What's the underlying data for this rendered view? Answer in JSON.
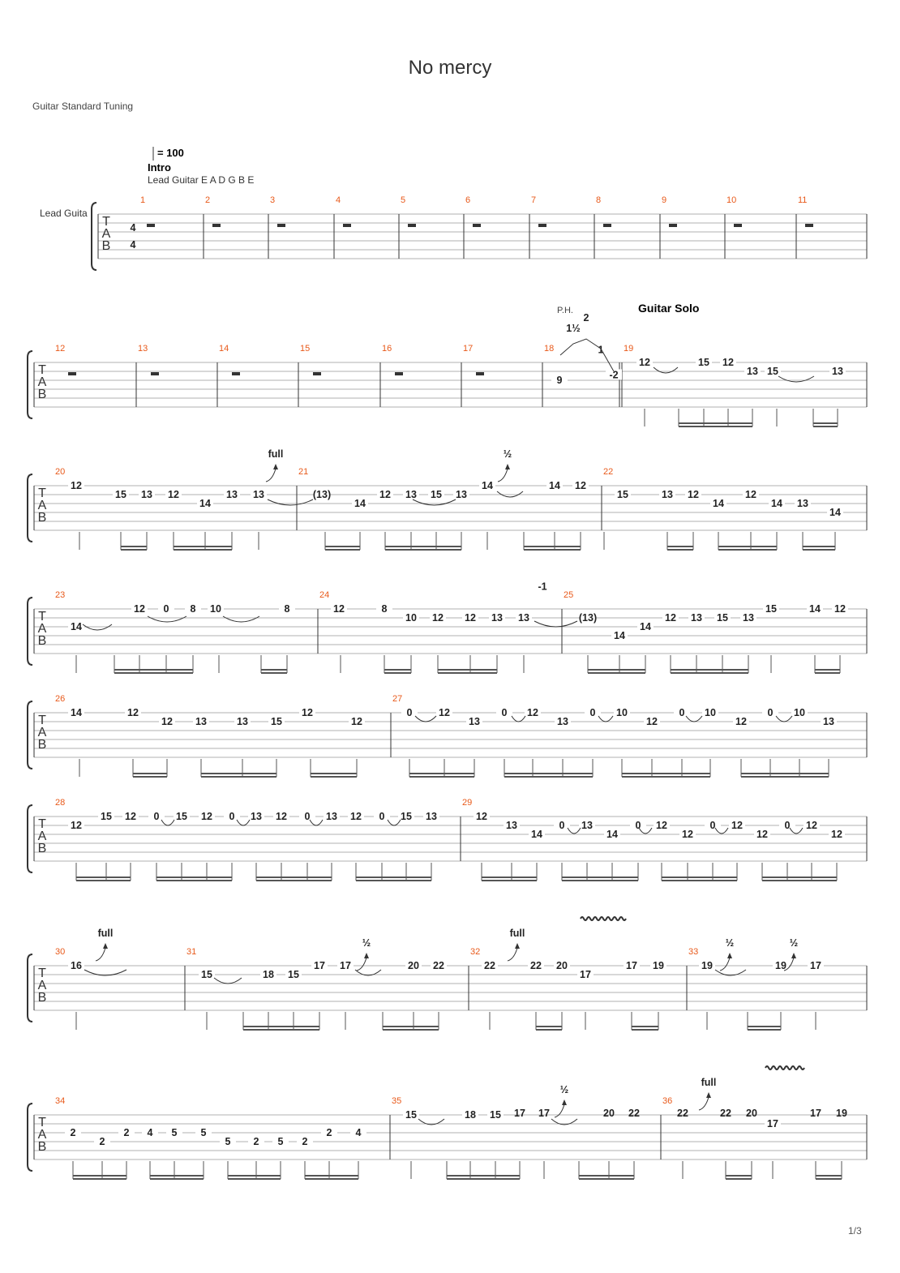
{
  "score": {
    "title": "No mercy",
    "tuning_note": "Guitar Standard Tuning",
    "page_number": "1/3",
    "tempo": "= 100",
    "section_intro": "Intro",
    "instrument_line": "Lead Guitar E A D G B E",
    "track_label": "Lead Guita",
    "section_solo": "Guitar Solo",
    "ph_label": "P.H.",
    "time_signature": "4/4"
  },
  "systems": [
    {
      "bars": [
        "1",
        "2",
        "3",
        "4",
        "5",
        "6",
        "7",
        "8",
        "9",
        "10",
        "11"
      ]
    },
    {
      "bars": [
        "12",
        "13",
        "14",
        "15",
        "16",
        "17",
        "18",
        "19"
      ]
    },
    {
      "bars": [
        "20",
        "21",
        "22"
      ]
    },
    {
      "bars": [
        "23",
        "24",
        "25"
      ]
    },
    {
      "bars": [
        "26",
        "27"
      ]
    },
    {
      "bars": [
        "28",
        "29"
      ]
    },
    {
      "bars": [
        "30",
        "31",
        "32",
        "33"
      ]
    },
    {
      "bars": [
        "34",
        "35",
        "36"
      ]
    }
  ],
  "frets": {
    "s2": [
      "9",
      "-2",
      "12",
      "15",
      "12",
      "13",
      "15",
      "13",
      "1½",
      "2",
      "1"
    ],
    "s3": [
      "12",
      "15",
      "13",
      "12",
      "14",
      "13",
      "13",
      "(13)",
      "14",
      "12",
      "13",
      "15",
      "13",
      "14",
      "14",
      "12",
      "15",
      "13",
      "12",
      "14",
      "12",
      "14",
      "13",
      "14"
    ],
    "s4": [
      "14",
      "12",
      "0",
      "8",
      "10",
      "8",
      "12",
      "8",
      "10",
      "12",
      "12",
      "13",
      "13",
      "-1",
      "(13)",
      "14",
      "14",
      "12",
      "13",
      "15",
      "13",
      "15",
      "14",
      "12"
    ],
    "s5": [
      "14",
      "12",
      "12",
      "13",
      "13",
      "15",
      "12",
      "12",
      "0",
      "12",
      "13",
      "0",
      "12",
      "13",
      "0",
      "10",
      "12",
      "0",
      "10",
      "12",
      "0",
      "10",
      "13"
    ],
    "s6": [
      "12",
      "15",
      "12",
      "0",
      "15",
      "12",
      "0",
      "13",
      "12",
      "0",
      "13",
      "12",
      "0",
      "15",
      "13",
      "12",
      "13",
      "14",
      "0",
      "13",
      "14",
      "0",
      "12",
      "12",
      "0",
      "12",
      "12",
      "0",
      "12",
      "12"
    ],
    "s7": [
      "16",
      "15",
      "18",
      "15",
      "17",
      "17",
      "20",
      "22",
      "22",
      "22",
      "20",
      "17",
      "17",
      "19",
      "19",
      "19",
      "17"
    ],
    "s8": [
      "2",
      "2",
      "2",
      "4",
      "5",
      "5",
      "5",
      "2",
      "5",
      "2",
      "2",
      "4",
      "15",
      "18",
      "15",
      "17",
      "17",
      "20",
      "22",
      "22",
      "22",
      "20",
      "17",
      "17",
      "19"
    ]
  },
  "bends": {
    "full": "full",
    "half": "½"
  }
}
